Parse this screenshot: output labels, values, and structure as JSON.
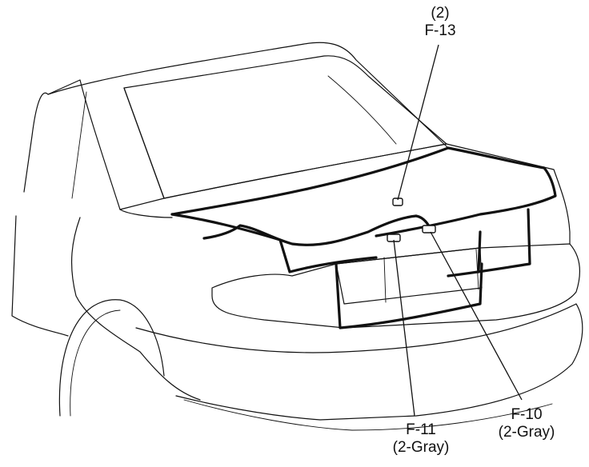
{
  "callouts": [
    {
      "id": "f13",
      "qty": "(2)",
      "code": "F-13"
    },
    {
      "id": "f11",
      "code": "F-11",
      "spec": "(2-Gray)"
    },
    {
      "id": "f10",
      "code": "F-10",
      "spec": "(2-Gray)"
    }
  ]
}
